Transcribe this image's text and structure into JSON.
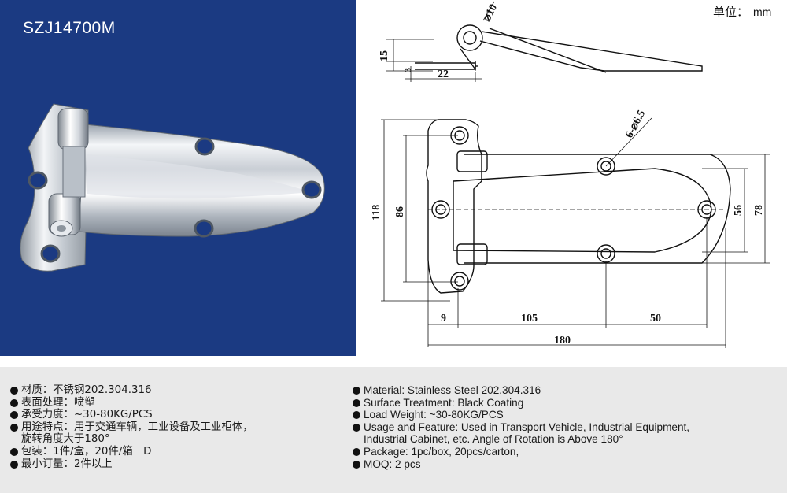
{
  "product": {
    "model": "SZJ14700M"
  },
  "unit": {
    "label": "单位：",
    "value": "mm"
  },
  "dimensions": {
    "hole_dia": "⌀10",
    "holes": "6-⌀6.5",
    "side_height": "15",
    "plate_thickness": "3",
    "side_width": "22",
    "overall_height": "118",
    "hole_spacing_vertical": "86",
    "leaf_height": "78",
    "leaf_hole_spacing": "56",
    "offset": "9",
    "span_105": "105",
    "span_50": "50",
    "overall_length": "180"
  },
  "specs_cn": [
    {
      "text": "材质：不锈钢202.304.316"
    },
    {
      "text": "表面处理：喷塑"
    },
    {
      "text": "承受力度：~30-80KG/PCS"
    },
    {
      "text": "用途特点：用于交通车辆，工业设备及工业柜体，",
      "cont": "旋转角度大于180°"
    },
    {
      "text": "包装：1件/盒，20件/箱　D"
    },
    {
      "text": "最小订量：2件以上"
    }
  ],
  "specs_en": [
    {
      "text": "Material: Stainless Steel 202.304.316"
    },
    {
      "text": "Surface Treatment: Black Coating"
    },
    {
      "text": "Load Weight: ~30-80KG/PCS"
    },
    {
      "text": "Usage and Feature: Used in Transport Vehicle, Industrial Equipment,",
      "cont": "Industrial Cabinet, etc. Angle of Rotation is Above 180°"
    },
    {
      "text": "Package: 1pc/box, 20pcs/carton,"
    },
    {
      "text": "MOQ: 2 pcs"
    }
  ],
  "colors": {
    "photo_bg": "#1b3a82",
    "spec_bg": "#e9e9e9"
  }
}
